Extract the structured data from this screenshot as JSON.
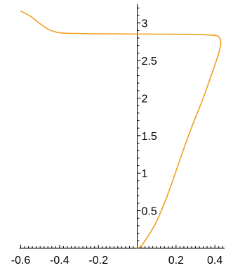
{
  "chart_data": {
    "type": "line",
    "title": "",
    "xlabel": "",
    "ylabel": "",
    "xlim": [
      -0.62,
      0.45
    ],
    "ylim": [
      0,
      3.25
    ],
    "grid": false,
    "axis_style": "crossing-at-origin",
    "x_ticks": [
      {
        "value": -0.6,
        "label": "-0.6"
      },
      {
        "value": -0.4,
        "label": "-0.4"
      },
      {
        "value": -0.2,
        "label": "-0.2"
      },
      {
        "value": 0.2,
        "label": "0.2"
      },
      {
        "value": 0.4,
        "label": "0.4"
      }
    ],
    "y_ticks": [
      {
        "value": 0.5,
        "label": "0.5"
      },
      {
        "value": 1,
        "label": "1"
      },
      {
        "value": 1.5,
        "label": "1.5"
      },
      {
        "value": 2,
        "label": "2"
      },
      {
        "value": 2.5,
        "label": "2.5"
      },
      {
        "value": 3,
        "label": "3"
      }
    ],
    "series": [
      {
        "color": "#f0a020",
        "points": [
          [
            0.0,
            0.0
          ],
          [
            0.02,
            0.03
          ],
          [
            0.04,
            0.1
          ],
          [
            0.07,
            0.22
          ],
          [
            0.1,
            0.36
          ],
          [
            0.14,
            0.6
          ],
          [
            0.18,
            0.88
          ],
          [
            0.22,
            1.18
          ],
          [
            0.26,
            1.47
          ],
          [
            0.3,
            1.74
          ],
          [
            0.34,
            2.0
          ],
          [
            0.37,
            2.22
          ],
          [
            0.4,
            2.44
          ],
          [
            0.42,
            2.6
          ],
          [
            0.43,
            2.72
          ],
          [
            0.425,
            2.8
          ],
          [
            0.41,
            2.83
          ],
          [
            0.38,
            2.84
          ],
          [
            0.3,
            2.845
          ],
          [
            0.2,
            2.85
          ],
          [
            0.1,
            2.852
          ],
          [
            0.0,
            2.853
          ],
          [
            -0.1,
            2.855
          ],
          [
            -0.2,
            2.857
          ],
          [
            -0.3,
            2.86
          ],
          [
            -0.38,
            2.865
          ],
          [
            -0.42,
            2.88
          ],
          [
            -0.46,
            2.92
          ],
          [
            -0.5,
            2.99
          ],
          [
            -0.55,
            3.09
          ],
          [
            -0.6,
            3.16
          ]
        ]
      }
    ]
  }
}
